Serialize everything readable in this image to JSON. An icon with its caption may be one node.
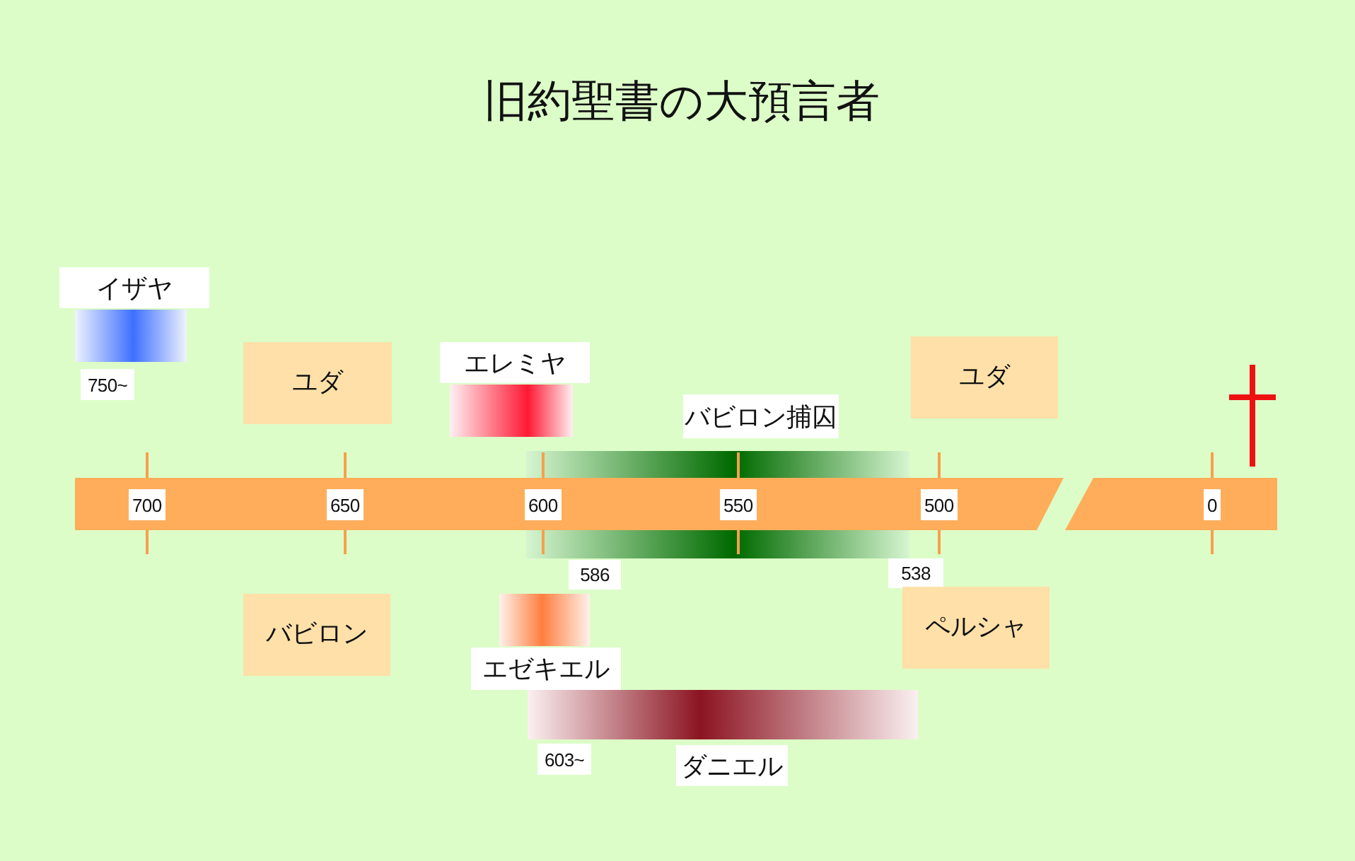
{
  "diagram": {
    "title": "旧約聖書の大預言者",
    "nodes": [
      {
        "text": [
          "イザヤ"
        ]
      },
      {
        "text": [],
        "shape": "bar",
        "beside": [
          "750~"
        ]
      },
      {
        "text": [
          "ユダ"
        ]
      },
      {
        "text": [
          "エレミヤ"
        ]
      },
      {
        "text": [],
        "shape": "bar"
      },
      {
        "text": [
          "バビロン捕囚"
        ]
      },
      {
        "text": [],
        "shape": "bar",
        "beside": [
          "586",
          "538"
        ]
      },
      {
        "text": [
          "ユダ"
        ]
      },
      {
        "text": [
          "バビロン"
        ]
      },
      {
        "text": [],
        "shape": "bar"
      },
      {
        "text": [
          "エゼキエル"
        ]
      },
      {
        "text": [
          "ペルシャ"
        ]
      },
      {
        "text": [],
        "shape": "bar",
        "beside": [
          "603~"
        ]
      },
      {
        "text": [
          "ダニエル"
        ]
      }
    ],
    "labels": [
      "700",
      "650",
      "600",
      "550",
      "500",
      "0"
    ]
  }
}
